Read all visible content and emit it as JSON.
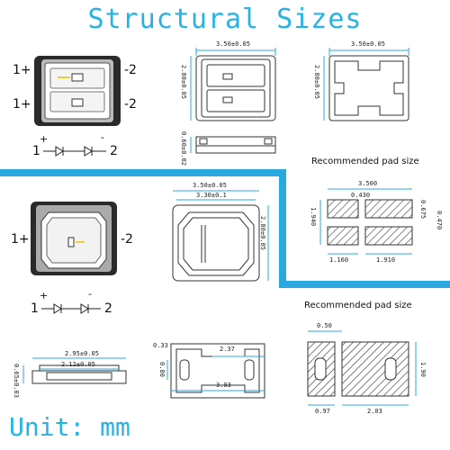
{
  "title": "Structural Sizes",
  "unit": "Unit: mm",
  "recommended_pad_size": "Recommended pad size",
  "colors": {
    "accent": "#27b2e6",
    "blue_bar": "#29a9e0",
    "dim_line": "#29a9e0"
  },
  "top_section": {
    "pins": {
      "p1_top": "1+",
      "p2_top": "-2",
      "p1_bot": "1+",
      "p2_bot": "-2"
    },
    "schematic": {
      "left": "1",
      "plus": "+",
      "minus": "-",
      "right": "2"
    },
    "dims": {
      "width": "3.50±0.05",
      "height": "2.80±0.05",
      "thickness": "0.60±0.02",
      "width2": "3.50±0.05",
      "height2": "2.80±0.05"
    }
  },
  "pad1": {
    "w_total": "3.500",
    "gap": "0.430",
    "pad_h": "0.675",
    "side": "0.470",
    "h_total": "1.940",
    "pad_w1": "1.160",
    "pad_w2": "1.910"
  },
  "middle_section": {
    "pins": {
      "p1": "1+",
      "p2": "-2"
    },
    "schematic": {
      "left": "1",
      "plus": "+",
      "minus": "-",
      "right": "2"
    },
    "dims": {
      "outer_w": "3.50±0.05",
      "inner_w": "3.30±0.1",
      "height": "2.80±0.05"
    }
  },
  "bottom_section": {
    "side": {
      "top_w": "2.95±0.05",
      "inner_w": "2.12±0.05",
      "thick": "0.65±0.03"
    },
    "bottom_view": {
      "left": "0.33",
      "top": "2.37",
      "h": "0.80",
      "w": "3.03"
    },
    "pad2": {
      "top": "0.50",
      "h": "1.90",
      "left": "0.97",
      "w": "2.03"
    }
  }
}
